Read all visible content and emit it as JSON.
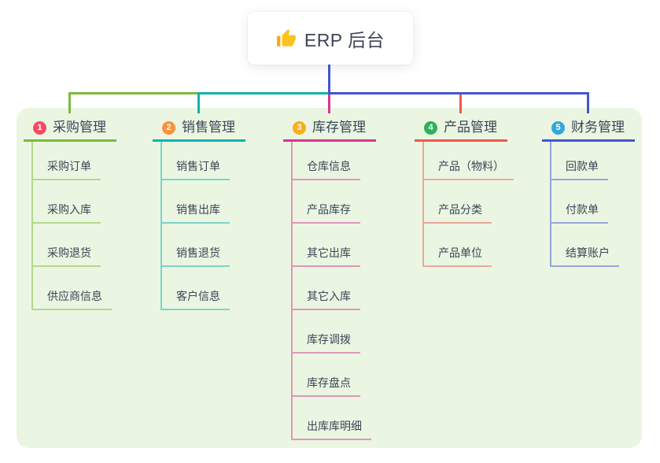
{
  "root": {
    "title": "ERP 后台",
    "icon": "thumbs-up-icon"
  },
  "palette": {
    "panel_bg": "#eaf6e2",
    "card_bg": "#ffffff",
    "text": "#3b4656",
    "thumb_yellow": "#fcc21b",
    "thumb_sleeve": "#f7a912"
  },
  "branches": [
    {
      "index": "1",
      "title": "采购管理",
      "badge_color": "#f54a63",
      "line_color": "#7dba3c",
      "children": [
        "采购订单",
        "采购入库",
        "采购退货",
        "供应商信息"
      ]
    },
    {
      "index": "2",
      "title": "销售管理",
      "badge_color": "#f8913e",
      "line_color": "#12b2ab",
      "children": [
        "销售订单",
        "销售出库",
        "销售退货",
        "客户信息"
      ]
    },
    {
      "index": "3",
      "title": "库存管理",
      "badge_color": "#fbae18",
      "line_color": "#d6368f",
      "children": [
        "仓库信息",
        "产品库存",
        "其它出库",
        "其它入库",
        "库存调拨",
        "库存盘点",
        "出库库明细"
      ]
    },
    {
      "index": "4",
      "title": "产品管理",
      "badge_color": "#2eb158",
      "line_color": "#f2574d",
      "children": [
        "产品（物料）",
        "产品分类",
        "产品单位"
      ]
    },
    {
      "index": "5",
      "title": "财务管理",
      "badge_color": "#30a8dd",
      "line_color": "#4156d2",
      "children": [
        "回款单",
        "付款单",
        "结算账户"
      ]
    }
  ]
}
